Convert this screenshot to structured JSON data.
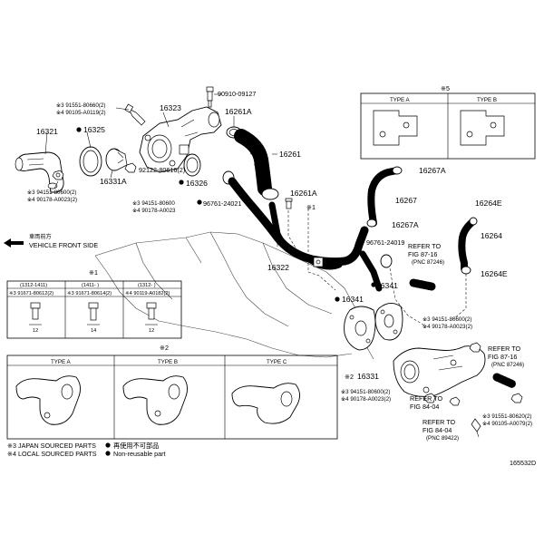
{
  "callouts": {
    "p90910": "90910-09127",
    "p16323": "16323",
    "p16261A_top": "16261A",
    "p16321": "16321",
    "p16325": "16325",
    "p16261": "16261",
    "p92122": "92122-80616(2)",
    "p16331A": "16331A",
    "p16326": "16326",
    "p96761_a": "96761-24021",
    "p16261A_mid": "16261A",
    "p16267A_top": "16267A",
    "p16267": "16267",
    "p16267A_bot": "16267A",
    "p16264E_top": "16264E",
    "p16264": "16264",
    "p16264E_bot": "16264E",
    "p96761_b": "96761-24019",
    "p16322": "16322",
    "p16341_a": "16341",
    "p16341_b": "16341",
    "p16331": "16331",
    "note_top_left_1": "※3 91551-80660(2)",
    "note_top_left_2": "※4 90105-A0119(2)",
    "note_left_1": "※3 94151-80600(2)",
    "note_left_2": "※4 90178-A0023(2)",
    "note_mid_1": "※3 94151-80600",
    "note_mid_2": "※4 90178-A0023",
    "note_right_1": "※3 94151-80600(2)",
    "note_right_2": "※4 90178-A0023(2)",
    "note_bot_1": "※3 94151-80600(2)",
    "note_bot_2": "※4 90178-A0023(2)",
    "note_br_1": "※3 91551-80620(2)",
    "note_br_2": "※4 90105-A0079(2)",
    "mark_x1": "※1",
    "mark_x2": "※2",
    "mark_x1_box": "※1",
    "mark_x5": "※5"
  },
  "references": {
    "ref1_line1": "REFER TO",
    "ref1_line2": "FIG 87-16",
    "ref1_line3": "(PNC 87246)",
    "ref2_line1": "REFER TO",
    "ref2_line2": "FIG 87-16",
    "ref2_line3": "(PNC 87246)",
    "ref3_line1": "REFER TO",
    "ref3_line2": "FIG 84-04",
    "ref4_line1": "REFER TO",
    "ref4_line2": "FIG 84-04",
    "ref4_line3": "(PNC 89422)"
  },
  "direction": {
    "jp": "車両前方",
    "en": "VEHICLE FRONT SIDE"
  },
  "box_x5": {
    "type_a": "TYPE A",
    "type_b": "TYPE B"
  },
  "box_x1": {
    "col1_head": "(1312-1411)",
    "col2_head": "(1411-      )",
    "col3_head": "(1312-      )",
    "col1_part": "※3 91671-80612(2)",
    "col2_part": "※3 91671-80614(2)",
    "col3_part": "※4 90119-A0182(2)",
    "col1_dim": "12",
    "col2_dim": "14",
    "col3_dim": "12"
  },
  "box_x2": {
    "type_a": "TYPE A",
    "type_b": "TYPE B",
    "type_c": "TYPE C"
  },
  "legend": {
    "l1": "※3 JAPAN SOURCED PARTS",
    "l2": "※4 LOCAL SOURCED PARTS",
    "l3": "再使用不可部品",
    "l4": "Non-reusable part"
  },
  "diagram_code": "165532D"
}
